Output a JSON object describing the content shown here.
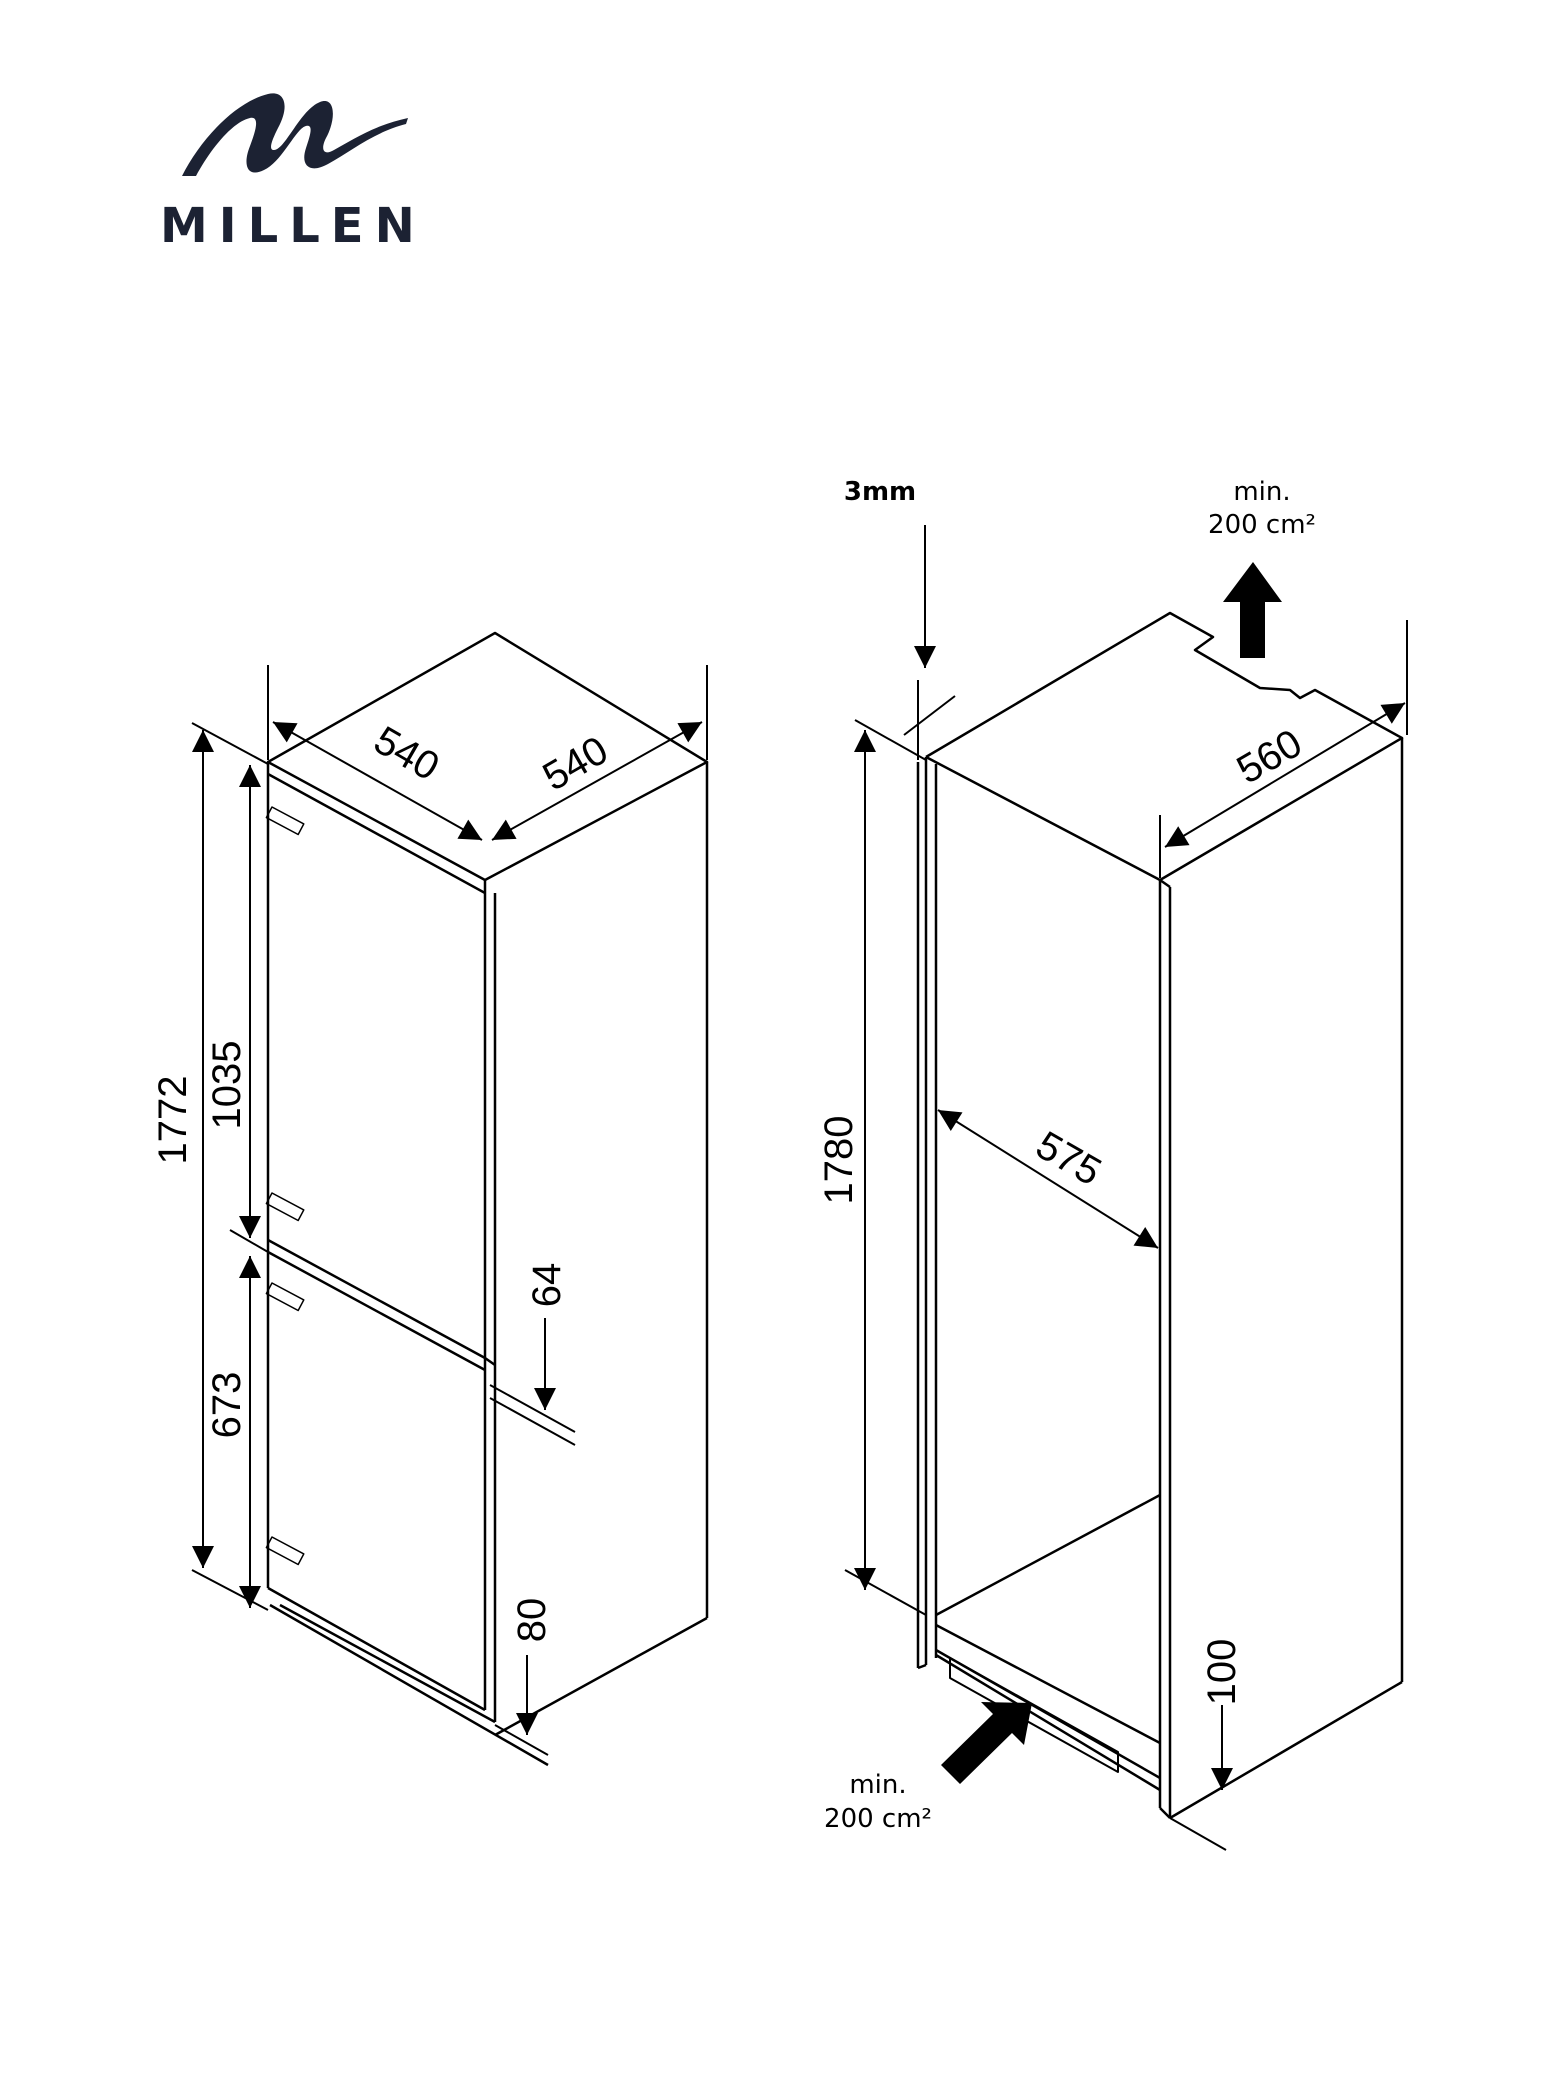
{
  "brand": {
    "name": "MILLEN",
    "logo_icon": "millen-wave-logo",
    "color": "#1c2233"
  },
  "appliance": {
    "width": "540",
    "depth": "540",
    "total_height": "1772",
    "fridge_door_height": "1035",
    "freezer_door_height": "673",
    "door_gap": "64",
    "plinth_offset": "80"
  },
  "niche": {
    "gap_label": "3mm",
    "vent_top_line1": "min.",
    "vent_top_line2": "200 cm²",
    "depth": "560",
    "height": "1780",
    "width": "575",
    "plinth_height": "100",
    "vent_bottom_line1": "min.",
    "vent_bottom_line2": "200 cm²"
  },
  "colors": {
    "line": "#000000",
    "background": "#ffffff"
  }
}
